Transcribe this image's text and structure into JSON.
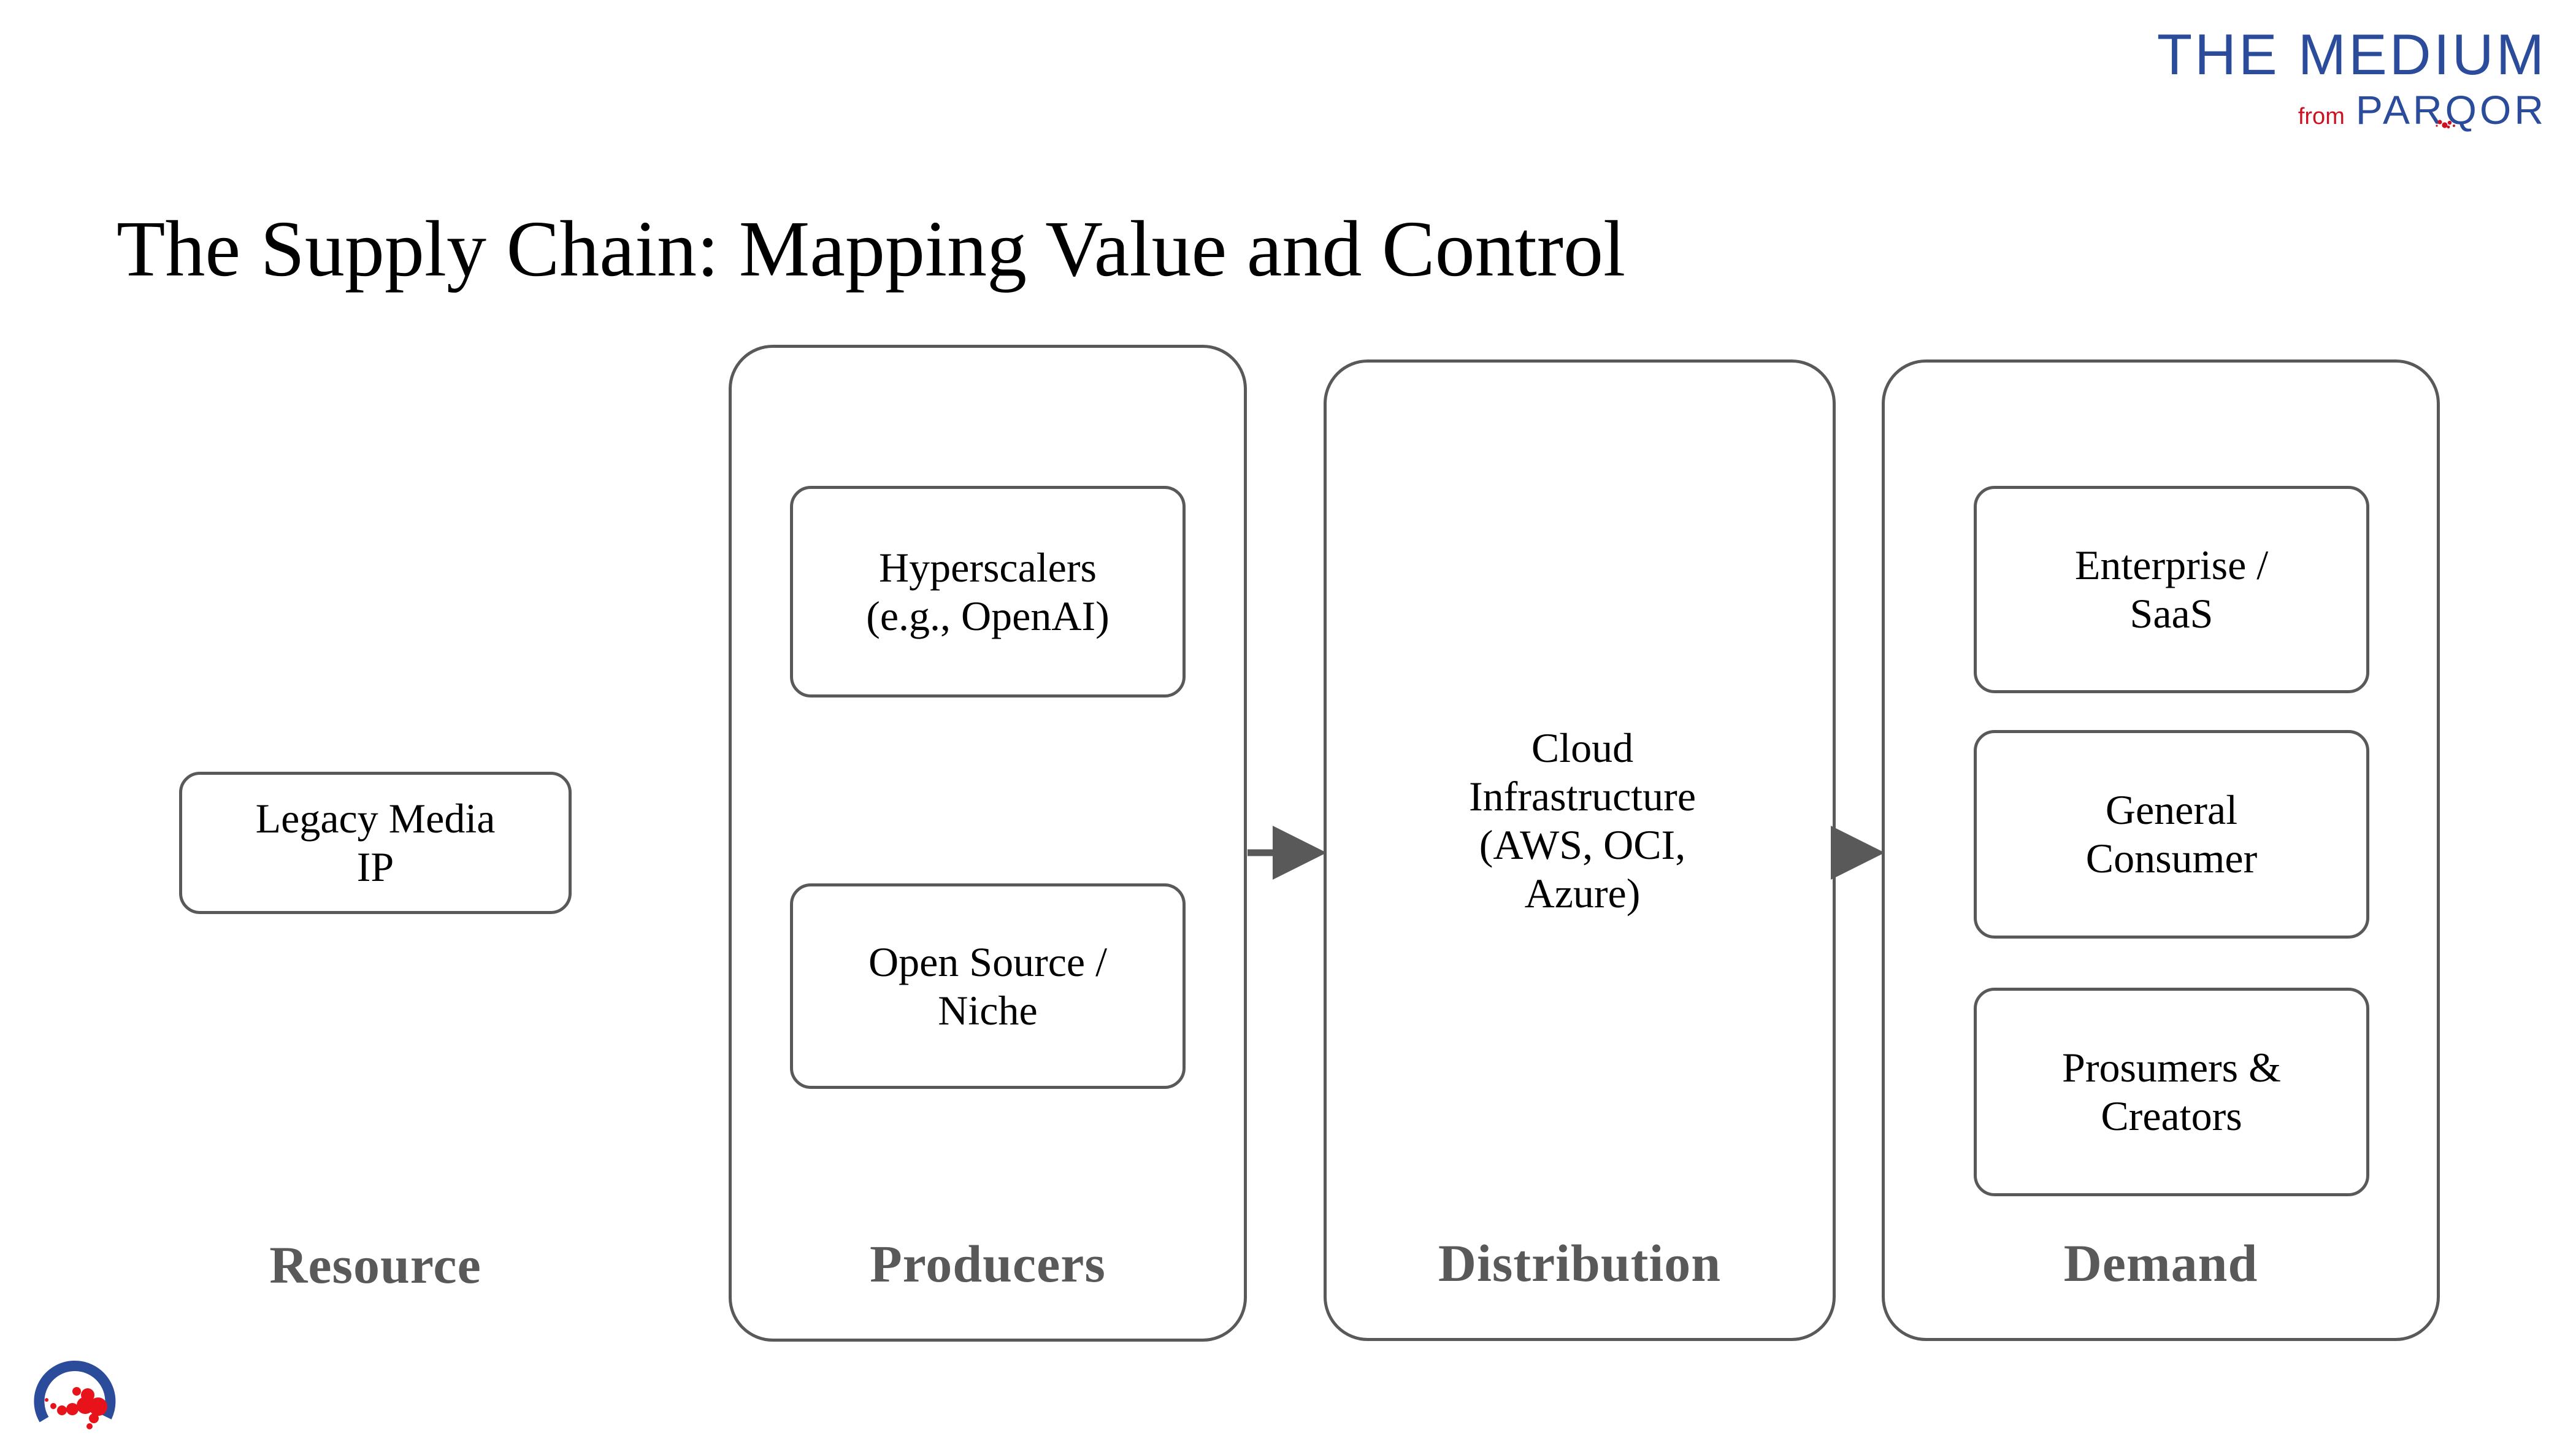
{
  "brand": {
    "top": "THE MEDIUM",
    "from": "from",
    "name": "PARQOR",
    "blue": "#2b4b9b",
    "red": "#cc1122"
  },
  "title": "The Supply Chain: Mapping Value and Control",
  "colors": {
    "stroke": "#595959",
    "caption": "#595959",
    "text": "#000000",
    "background": "#ffffff"
  },
  "diagram": {
    "type": "flow",
    "direction": "left-to-right",
    "stages": [
      {
        "id": "resource",
        "caption": "Resource",
        "boxed": false,
        "nodes": [
          {
            "id": "legacy-media-ip",
            "label": "Legacy Media\nIP",
            "line1": "Legacy Media",
            "line2": "IP"
          }
        ]
      },
      {
        "id": "producers",
        "caption": "Producers",
        "boxed": true,
        "nodes": [
          {
            "id": "hyperscalers",
            "label": "Hyperscalers\n(e.g., OpenAI)",
            "line1": "Hyperscalers",
            "line2": "(e.g., OpenAI)"
          },
          {
            "id": "open-source-niche",
            "label": "Open Source /\nNiche",
            "line1": "Open Source /",
            "line2": "Niche"
          }
        ]
      },
      {
        "id": "distribution",
        "caption": "Distribution",
        "boxed": true,
        "nodes": [
          {
            "id": "cloud-infrastructure",
            "label": "Cloud Infrastructure (AWS, OCI, Azure)",
            "line1": "Cloud",
            "line2": "Infrastructure",
            "line3": "(AWS, OCI,",
            "line4": "Azure)"
          }
        ]
      },
      {
        "id": "demand",
        "caption": "Demand",
        "boxed": true,
        "nodes": [
          {
            "id": "enterprise-saas",
            "label": "Enterprise /\nSaaS",
            "line1": "Enterprise /",
            "line2": "SaaS"
          },
          {
            "id": "general-consumer",
            "label": "General\nConsumer",
            "line1": "General",
            "line2": "Consumer"
          },
          {
            "id": "prosumers-creators",
            "label": "Prosumers &\nCreators",
            "line1": "Prosumers &",
            "line2": "Creators"
          }
        ]
      }
    ],
    "connectors": [
      {
        "id": "producers-to-distribution",
        "from": "producers",
        "to": "distribution",
        "style": "solid-arrow"
      },
      {
        "id": "distribution-to-demand",
        "from": "distribution",
        "to": "demand",
        "style": "solid-arrow"
      }
    ]
  }
}
